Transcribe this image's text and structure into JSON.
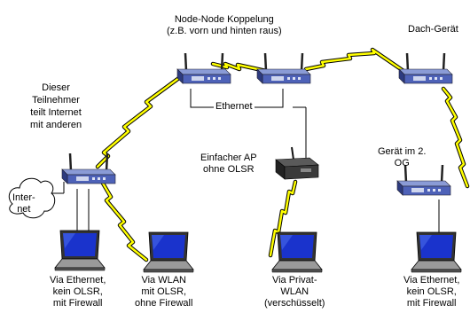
{
  "labels": {
    "top_center": [
      "Node-Node Koppelung",
      "(z.B. vorn und hinten raus)"
    ],
    "top_right": "Dach-Gerät",
    "left_desc": [
      "Dieser",
      "Teilnehmer",
      "teilt Internet",
      "mit anderen"
    ],
    "ethernet": "Ethernet",
    "simple_ap": [
      "Einfacher AP",
      "ohne OLSR"
    ],
    "floor_device": [
      "Gerät im 2.",
      "OG"
    ],
    "internet": [
      "Inter-",
      "net"
    ],
    "laptop1": [
      "Via Ethernet,",
      "kein OLSR,",
      "mit Firewall"
    ],
    "laptop2": [
      "Via WLAN",
      "mit OLSR,",
      "ohne Firewall"
    ],
    "laptop3": [
      "Via Privat-",
      "WLAN",
      "(verschüsselt)"
    ],
    "laptop4": [
      "Via Ethernet,",
      "kein OLSR,",
      "mit Firewall"
    ]
  },
  "colors": {
    "wireless_link": "#ffff00",
    "wireless_outline": "#000000",
    "router_body": "#5a6fc2",
    "laptop_screen": "#1a33cc"
  },
  "icons": {
    "router": "wireless-router-icon",
    "access_point": "access-point-icon",
    "laptop": "laptop-icon",
    "cloud": "internet-cloud-icon"
  }
}
